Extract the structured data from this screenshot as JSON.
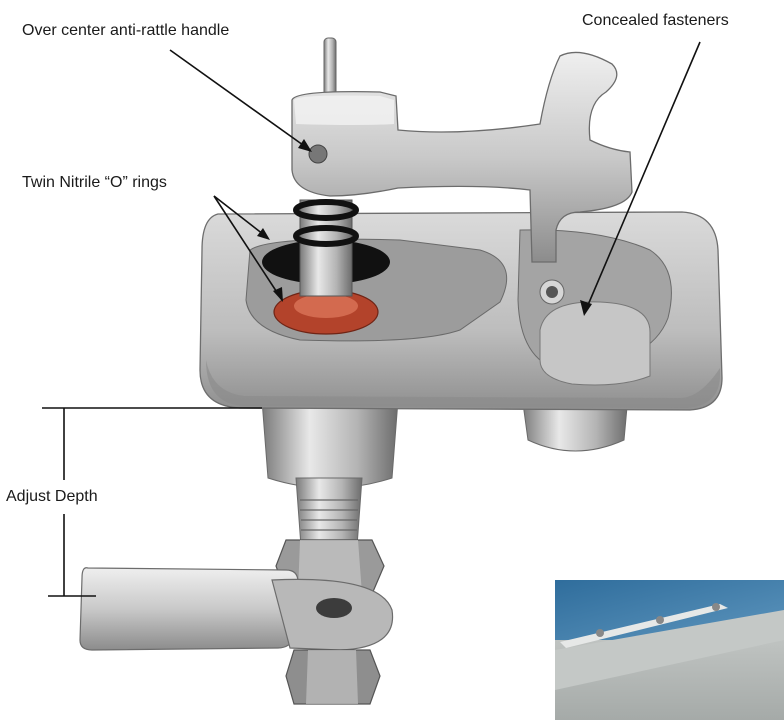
{
  "callouts": {
    "handle": "Over center anti-rattle handle",
    "fasteners": "Concealed fasteners",
    "rings": "Twin Nitrile “O” rings",
    "depth": "Adjust Depth"
  },
  "colors": {
    "metal_light": "#e4e4e4",
    "metal_mid": "#a9a9a9",
    "metal_dark": "#6a6a6a",
    "gasket_red": "#b3432b",
    "oring_black": "#111111",
    "water_blue": "#3f78a5",
    "leader_line": "#111111"
  }
}
